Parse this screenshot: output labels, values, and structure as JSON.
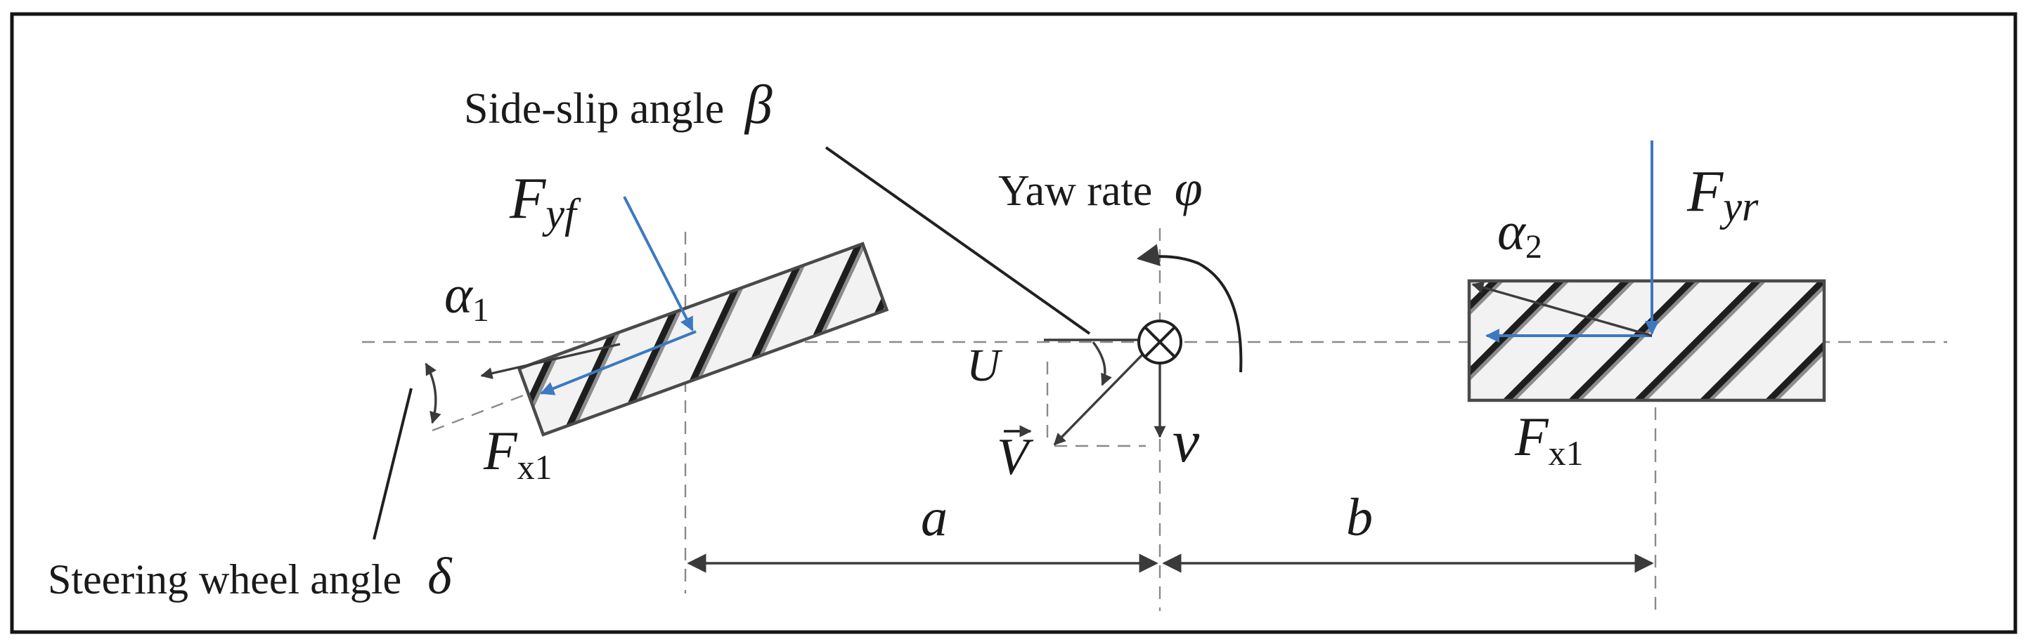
{
  "labels": {
    "side_slip": "Side-slip angle",
    "side_slip_sym": "β",
    "yaw_rate": "Yaw rate",
    "yaw_rate_sym": "φ",
    "steering": "Steering wheel angle",
    "steering_sym": "δ",
    "f_yf": "F",
    "f_yf_sub": "yf",
    "f_yr": "F",
    "f_yr_sub": "yr",
    "f_x1_front": "F",
    "f_x1_front_sub": "x1",
    "f_x1_rear": "F",
    "f_x1_rear_sub": "x1",
    "alpha1": "α",
    "alpha1_sub": "1",
    "alpha2": "α",
    "alpha2_sub": "2",
    "u": "U",
    "v": "v",
    "v_vec": "V",
    "a": "a",
    "b": "b"
  },
  "colors": {
    "force_blue": "#3d78c2",
    "line_black": "#202020",
    "hatch_dark": "#1e1e1e"
  },
  "icons": {
    "cog_marker": "circle-cross-icon"
  }
}
